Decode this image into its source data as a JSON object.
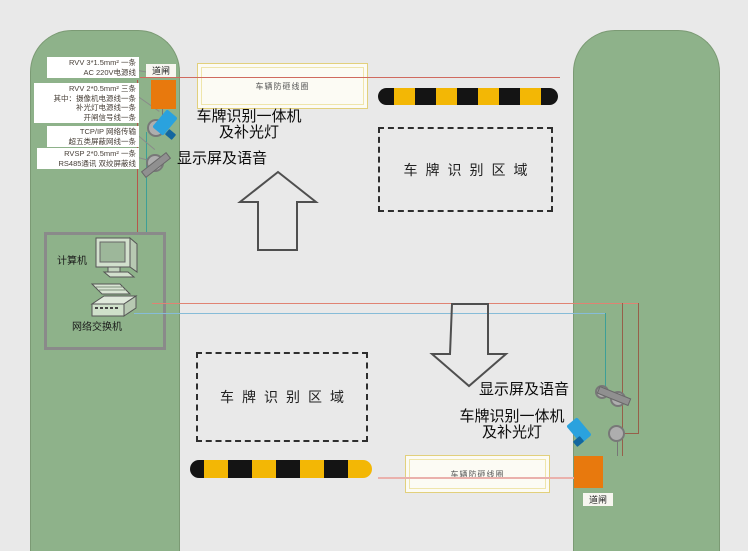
{
  "cable_notes": [
    {
      "lines": [
        "RVV 3*1.5mm²  一条",
        "AC 220V电源线"
      ]
    },
    {
      "lines": [
        "RVV 2*0.5mm²  三条",
        "其中：摄像机电源线一条",
        "补光灯电源线一条",
        "开闸信号线一条"
      ]
    },
    {
      "lines": [
        "TCP/IP 网络传输",
        "超五类屏蔽网线一条"
      ]
    },
    {
      "lines": [
        "RVSP 2*0.5mm²  一条",
        "RS485通讯 双绞屏蔽线"
      ]
    }
  ],
  "entry": {
    "gate": "道闸",
    "camera_line1": "车牌识别一体机",
    "camera_line2": "及补光灯",
    "display": "显示屏及语音",
    "loop": "车辆防砸线圈",
    "zone": "车牌识别区域"
  },
  "exit": {
    "gate": "道闸",
    "camera_line1": "车牌识别一体机",
    "camera_line2": "及补光灯",
    "display": "显示屏及语音",
    "loop": "车辆防砸线圈",
    "zone": "车牌识别区域"
  },
  "control": {
    "computer": "计算机",
    "switch": "网络交换机"
  },
  "colors": {
    "background": "#e9e9e9",
    "island_green": "#8eb28a",
    "gate_orange": "#e8790d",
    "camera_blue": "#2aa2de",
    "barrier_yellow": "#f3b705",
    "barrier_black": "#141414",
    "wire_red": "#d06a5f",
    "wire_salmon": "#e08373",
    "wire_blue": "#86bcd8",
    "wire_pink": "#eab1ac",
    "wire_teal": "#3d9f97",
    "wire_brown": "#96604a",
    "loop_border": "#e2d07c"
  }
}
